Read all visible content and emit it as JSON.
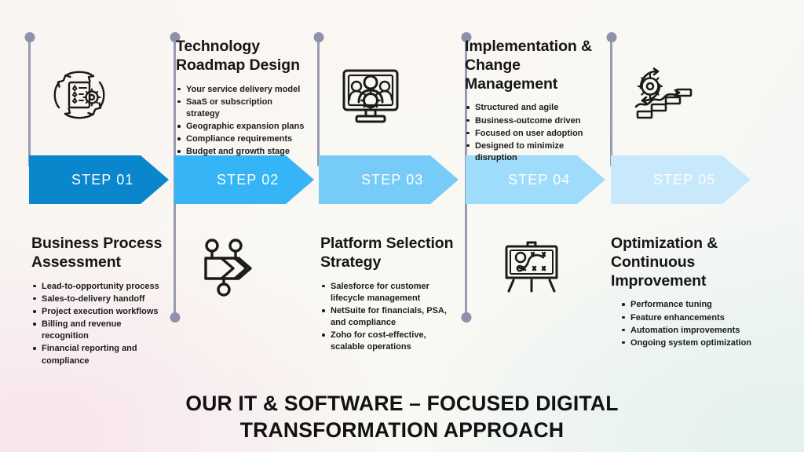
{
  "background": {
    "base": "#faf8f3",
    "tint_left": "#f7e4ec",
    "tint_right": "#e4f1ec"
  },
  "footer_title": "OUR IT & SOFTWARE – FOCUSED DIGITAL\nTRANSFORMATION APPROACH",
  "connector_color": "#9a9ab4",
  "steps": [
    {
      "label": "STEP 01",
      "color": "#0a86cc",
      "position": "below",
      "heading": "Business Process\nAssessment",
      "icon": "process-assessment-icon",
      "bullets": [
        "Lead-to-opportunity process",
        "Sales-to-delivery handoff",
        "Project execution workflows",
        "Billing and revenue\nrecognition",
        "Financial reporting and\ncompliance"
      ]
    },
    {
      "label": "STEP 02",
      "color": "#35b5f5",
      "position": "above",
      "heading": "Technology\nRoadmap Design",
      "icon": "roadmap-chevron-icon",
      "bullets": [
        "Your service delivery model",
        "SaaS or subscription\nstrategy",
        "Geographic expansion plans",
        "Compliance requirements",
        "Budget and growth stage"
      ]
    },
    {
      "label": "STEP 03",
      "color": "#77ccf7",
      "position": "below",
      "heading": "Platform Selection\nStrategy",
      "icon": "monitor-team-gear-icon",
      "bullets": [
        "Salesforce for customer\nlifecycle management",
        "NetSuite for financials, PSA,\nand compliance",
        "Zoho for cost-effective,\nscalable operations"
      ]
    },
    {
      "label": "STEP 04",
      "color": "#9fdcfb",
      "position": "above",
      "heading": "Implementation &\nChange Management",
      "icon": "strategy-board-icon",
      "bullets": [
        "Structured and agile",
        "Business-outcome driven",
        "Focused on user adoption",
        "Designed to minimize\ndisruption"
      ]
    },
    {
      "label": "STEP 05",
      "color": "#c8e9fc",
      "position": "below",
      "heading": "Optimization &\nContinuous Improvement",
      "icon": "gear-stairs-growth-icon",
      "bullets": [
        "Performance tuning",
        "Feature enhancements",
        "Automation improvements",
        "Ongoing system optimization"
      ]
    }
  ]
}
